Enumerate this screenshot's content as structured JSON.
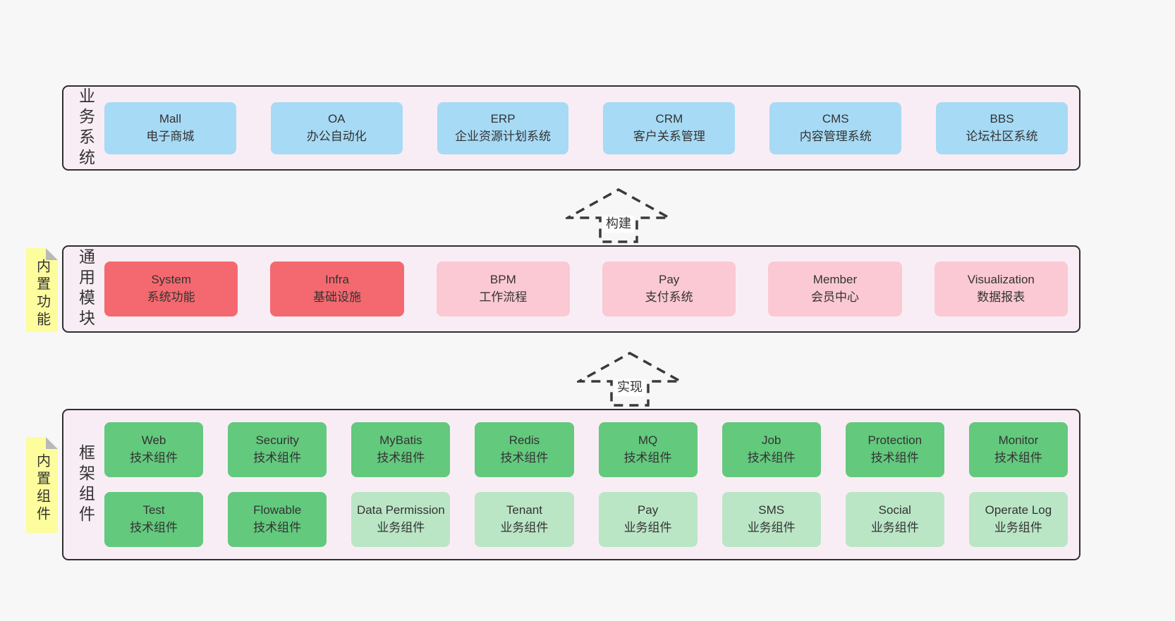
{
  "colors": {
    "page_bg": "#f7f7f7",
    "panel_bg": "#f9edf5",
    "panel_border": "#2f2f2f",
    "blue_box": "#a7daf5",
    "red_box": "#f4696f",
    "pink_box": "#fbc9d3",
    "green_box": "#63c97d",
    "light_green_box": "#bae6c6",
    "note_bg": "#fdfd9d",
    "note_fold": "#b9b9b9",
    "text": "#333333"
  },
  "panels": {
    "business": {
      "label": "业务系统",
      "boxes": [
        {
          "text": "Mall\n电子商城",
          "variant": "blue"
        },
        {
          "text": "OA\n办公自动化",
          "variant": "blue"
        },
        {
          "text": "ERP\n企业资源计划系统",
          "variant": "blue"
        },
        {
          "text": "CRM\n客户关系管理",
          "variant": "blue"
        },
        {
          "text": "CMS\n内容管理系统",
          "variant": "blue"
        },
        {
          "text": "BBS\n论坛社区系统",
          "variant": "blue"
        }
      ]
    },
    "modules": {
      "label": "通用模块",
      "note": "内置功能",
      "boxes": [
        {
          "text": "System\n系统功能",
          "variant": "red"
        },
        {
          "text": "Infra\n基础设施",
          "variant": "red"
        },
        {
          "text": "BPM\n工作流程",
          "variant": "pink"
        },
        {
          "text": "Pay\n支付系统",
          "variant": "pink"
        },
        {
          "text": "Member\n会员中心",
          "variant": "pink"
        },
        {
          "text": "Visualization\n数据报表",
          "variant": "pink"
        }
      ]
    },
    "framework": {
      "label": "框架组件",
      "note": "内置组件",
      "rows": [
        [
          {
            "text": "Web\n技术组件",
            "variant": "green"
          },
          {
            "text": "Security\n技术组件",
            "variant": "green"
          },
          {
            "text": "MyBatis\n技术组件",
            "variant": "green"
          },
          {
            "text": "Redis\n技术组件",
            "variant": "green"
          },
          {
            "text": "MQ\n技术组件",
            "variant": "green"
          },
          {
            "text": "Job\n技术组件",
            "variant": "green"
          },
          {
            "text": "Protection\n技术组件",
            "variant": "green"
          },
          {
            "text": "Monitor\n技术组件",
            "variant": "green"
          }
        ],
        [
          {
            "text": "Test\n技术组件",
            "variant": "green"
          },
          {
            "text": "Flowable\n技术组件",
            "variant": "green"
          },
          {
            "text": "Data Permission\n业务组件",
            "variant": "light-green"
          },
          {
            "text": "Tenant\n业务组件",
            "variant": "light-green"
          },
          {
            "text": "Pay\n业务组件",
            "variant": "light-green"
          },
          {
            "text": "SMS\n业务组件",
            "variant": "light-green"
          },
          {
            "text": "Social\n业务组件",
            "variant": "light-green"
          },
          {
            "text": "Operate Log\n业务组件",
            "variant": "light-green"
          }
        ]
      ]
    }
  },
  "arrows": [
    {
      "label": "构建"
    },
    {
      "label": "实现"
    }
  ]
}
